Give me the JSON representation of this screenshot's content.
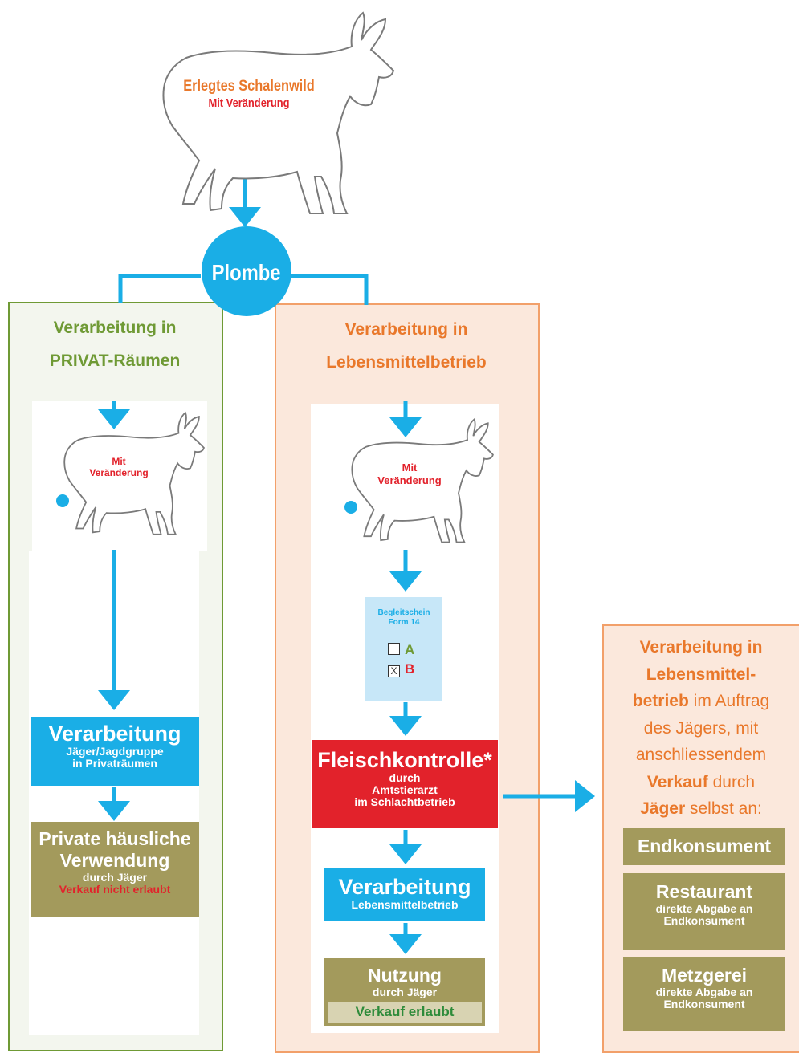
{
  "top": {
    "title": "Erlegtes Schalenwild",
    "subtitle": "Mit Veränderung",
    "seal": "Plombe"
  },
  "left_column": {
    "title_line1": "Verarbeitung in",
    "title_line2": "PRIVAT-Räumen",
    "animal_label_line1": "Mit",
    "animal_label_line2": "Veränderung",
    "processing": {
      "title": "Verarbeitung",
      "line1": "Jäger/Jagdgruppe",
      "line2": "in Privaträumen"
    },
    "usage": {
      "line1": "Private häusliche",
      "line2": "Verwendung",
      "line3": "durch Jäger",
      "line4": "Verkauf nicht erlaubt"
    }
  },
  "middle_column": {
    "title_line1": "Verarbeitung in",
    "title_line2": "Lebensmittelbetrieb",
    "animal_label_line1": "Mit",
    "animal_label_line2": "Veränderung",
    "form": {
      "line1": "Begleitschein",
      "line2": "Form 14",
      "option_a": "A",
      "option_b": "B",
      "checkbox_a_mark": "",
      "checkbox_b_mark": "X"
    },
    "control": {
      "title": "Fleischkontrolle*",
      "line1": "durch",
      "line2": "Amtstierarzt",
      "line3": "im Schlachtbetrieb"
    },
    "processing": {
      "title": "Verarbeitung",
      "line1": "Lebensmittelbetrieb"
    },
    "usage": {
      "line1": "Nutzung",
      "line2": "durch Jäger",
      "line3": "Verkauf erlaubt"
    }
  },
  "right_column": {
    "text": {
      "bold1": "Verarbeitung in",
      "bold2": "Lebensmittel-",
      "bold3": "betrieb",
      "normal3": " im Auftrag",
      "normal4": "des Jägers, mit",
      "normal5": "anschliessendem",
      "bold6": "Verkauf",
      "normal6": " durch",
      "bold7": "Jäger",
      "normal7": " selbst an:"
    },
    "endkonsument": "Endkonsument",
    "restaurant": {
      "title": "Restaurant",
      "line1": "direkte Abgabe an",
      "line2": "Endkonsument"
    },
    "metzgerei": {
      "title": "Metzgerei",
      "line1": "direkte Abgabe an",
      "line2": "Endkonsument"
    }
  },
  "colors": {
    "blue": "#1aaee6",
    "red": "#e2222b",
    "olive": "#a39a5c",
    "green": "#6f9a35",
    "orange": "#e9782b"
  }
}
